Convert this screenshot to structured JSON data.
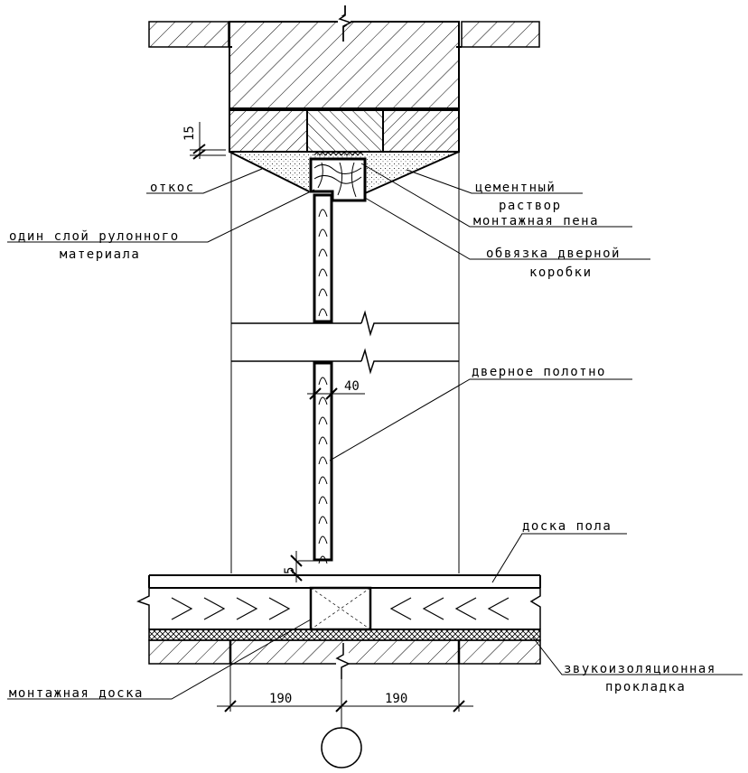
{
  "labels": {
    "otkos": "откос",
    "cement_1": "цементный",
    "cement_2": "раствор",
    "foam": "монтажная пена",
    "roll_1": "один слой рулонного",
    "roll_2": "материала",
    "frame_1": "обвязка дверной",
    "frame_2": "коробки",
    "door_leaf": "дверное полотно",
    "floor_board": "доска пола",
    "mount_board": "монтажная доска",
    "sound_1": "звукоизоляционная",
    "sound_2": "прокладка"
  },
  "dimensions": {
    "d15": "15",
    "d40": "40",
    "d5": "5",
    "d190_left": "190",
    "d190_right": "190"
  },
  "colors": {
    "line": "#000000",
    "background": "#ffffff"
  }
}
